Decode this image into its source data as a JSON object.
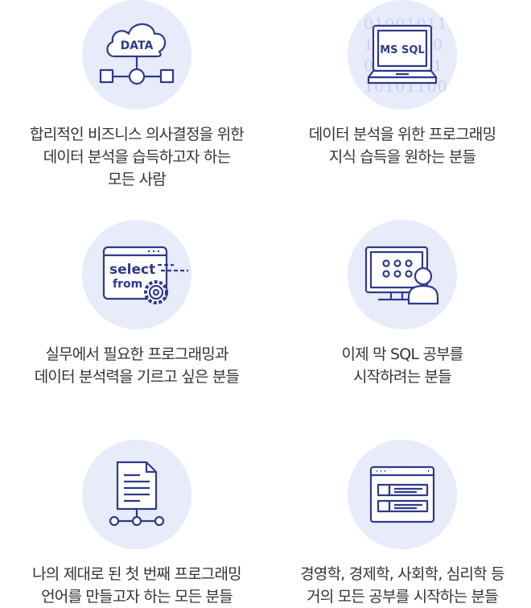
{
  "colors": {
    "circle_bg": "#e8ebfa",
    "icon_stroke": "#2e3a8c",
    "text": "#333333"
  },
  "cards": [
    {
      "icon": "cloud-data-icon",
      "icon_text": "DATA",
      "lines": [
        "합리적인 비즈니스 의사결정을 위한",
        "데이터 분석을 습득하고자 하는",
        "모든 사람"
      ]
    },
    {
      "icon": "ms-sql-laptop-icon",
      "icon_text": "MS SQL",
      "binary": [
        "01001011",
        "10",
        "0",
        "0",
        "1",
        "10101100"
      ],
      "lines": [
        "데이터 분석을 위한 프로그래밍",
        "지식 습득을 원하는 분들"
      ]
    },
    {
      "icon": "select-from-window-icon",
      "icon_text_1": "select",
      "icon_text_2": "from",
      "lines": [
        "실무에서 필요한 프로그래밍과",
        "데이터 분석력을 기르고 싶은 분들"
      ]
    },
    {
      "icon": "user-monitor-icon",
      "lines": [
        "이제 막 SQL 공부를",
        "시작하려는 분들"
      ]
    },
    {
      "icon": "document-network-icon",
      "lines": [
        "나의 제대로 된 첫 번째 프로그래밍",
        "언어를 만들고자 하는 모든 분들"
      ]
    },
    {
      "icon": "table-window-icon",
      "lines": [
        "경영학, 경제학, 사회학, 심리학 등",
        "거의 모든 공부를 시작하는 분들"
      ]
    }
  ]
}
